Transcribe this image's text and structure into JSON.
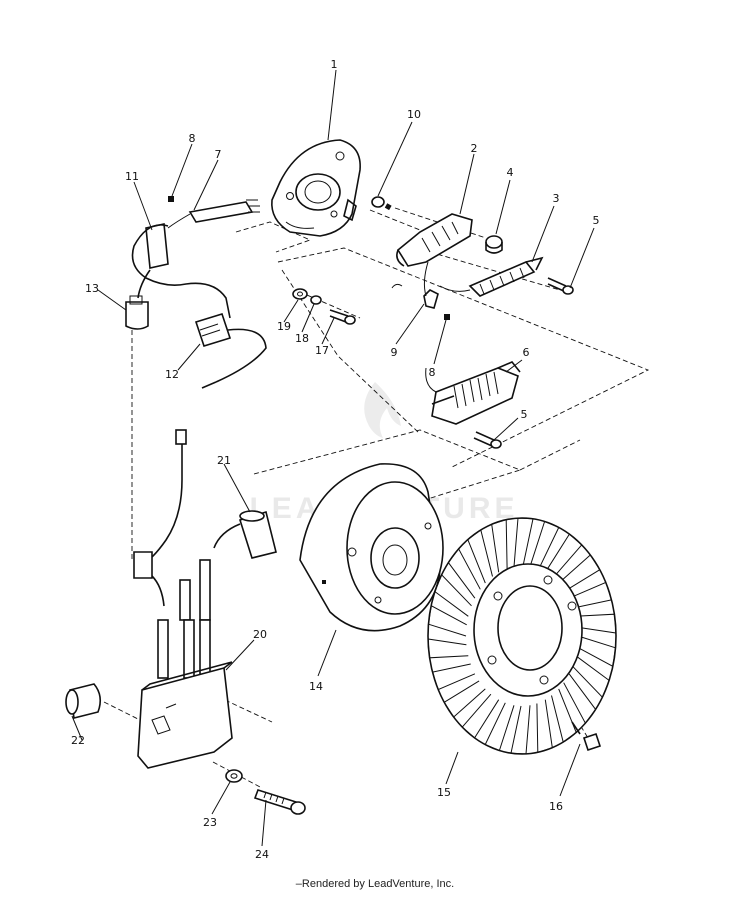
{
  "watermark": "LEADVENTURE",
  "footer": "Rendered by LeadVenture, Inc.",
  "callouts": [
    {
      "id": "1",
      "label": "1"
    },
    {
      "id": "2",
      "label": "2"
    },
    {
      "id": "3",
      "label": "3"
    },
    {
      "id": "4",
      "label": "4"
    },
    {
      "id": "5a",
      "label": "5"
    },
    {
      "id": "5b",
      "label": "5"
    },
    {
      "id": "6",
      "label": "6"
    },
    {
      "id": "7",
      "label": "7"
    },
    {
      "id": "8a",
      "label": "8"
    },
    {
      "id": "8b",
      "label": "8"
    },
    {
      "id": "9",
      "label": "9"
    },
    {
      "id": "10",
      "label": "10"
    },
    {
      "id": "11",
      "label": "11"
    },
    {
      "id": "12",
      "label": "12"
    },
    {
      "id": "13",
      "label": "13"
    },
    {
      "id": "14",
      "label": "14"
    },
    {
      "id": "15",
      "label": "15"
    },
    {
      "id": "16",
      "label": "16"
    },
    {
      "id": "17",
      "label": "17"
    },
    {
      "id": "18",
      "label": "18"
    },
    {
      "id": "19",
      "label": "19"
    },
    {
      "id": "20",
      "label": "20"
    },
    {
      "id": "21",
      "label": "21"
    },
    {
      "id": "22",
      "label": "22"
    },
    {
      "id": "23",
      "label": "23"
    },
    {
      "id": "24",
      "label": "24"
    }
  ]
}
